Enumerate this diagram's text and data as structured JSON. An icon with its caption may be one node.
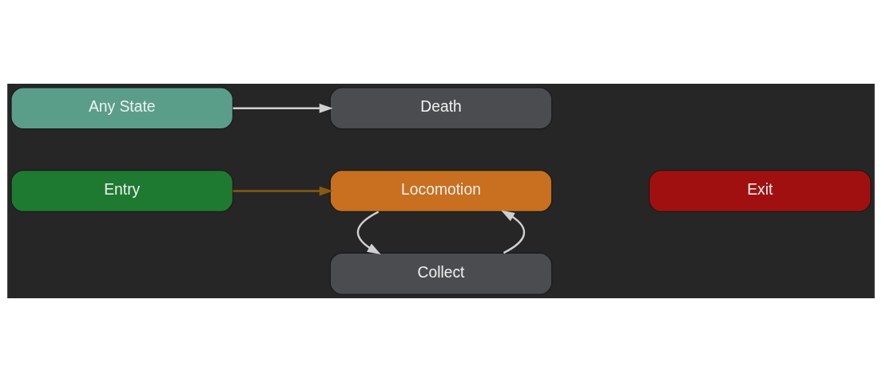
{
  "diagram": {
    "nodes": [
      {
        "text": [
          "Collect"
        ]
      },
      {
        "text": [
          "Entry"
        ]
      },
      {
        "text": [
          "Locomotion"
        ]
      },
      {
        "text": [
          "Exit"
        ]
      },
      {
        "text": [
          "Any State"
        ]
      },
      {
        "text": [
          "Death"
        ]
      }
    ],
    "edges": [
      {
        "from": 0,
        "to": 2,
        "arrow": "to"
      },
      {
        "from": 2,
        "to": 0,
        "arrow": "to"
      },
      {
        "from": 1,
        "to": 2,
        "arrow": "to",
        "color": "#8a5a10"
      },
      {
        "from": 4,
        "to": 5,
        "arrow": "to"
      }
    ]
  }
}
